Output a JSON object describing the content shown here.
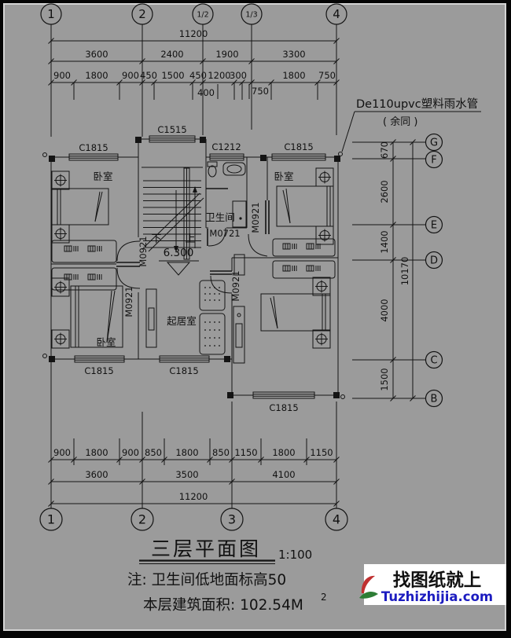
{
  "axes": {
    "top": {
      "bubbles": [
        "1",
        "2",
        "1/2",
        "1/3",
        "4"
      ],
      "total": "11200",
      "segments": [
        "3600",
        "2400",
        "1900",
        "3300"
      ],
      "details": [
        "900",
        "1800",
        "900",
        "450",
        "1500",
        "450",
        "1200",
        "300",
        "1800",
        "750"
      ],
      "sub_details": [
        "400",
        "750"
      ]
    },
    "right": {
      "bubbles": [
        "G",
        "F",
        "E",
        "D",
        "C",
        "B"
      ],
      "details": [
        "670",
        "2600",
        "1400",
        "4000",
        "1500"
      ],
      "total": "10170"
    },
    "bottom": {
      "bubbles": [
        "1",
        "2",
        "3",
        "4"
      ],
      "details": [
        "900",
        "1800",
        "900",
        "850",
        "1800",
        "850",
        "1150",
        "1800",
        "1150"
      ],
      "segments": [
        "3600",
        "3500",
        "4100"
      ],
      "total": "11200"
    }
  },
  "annotation": {
    "rain_pipe": "De110upvc塑料雨水管",
    "rain_pipe_note": "( 余同 )"
  },
  "plan": {
    "rooms": {
      "bedroom_tl": "卧室",
      "bedroom_tr": "卧室",
      "bedroom_bl": "卧室",
      "living": "起居室",
      "bath": "卫生间"
    },
    "windows": {
      "c1515": "C1515",
      "c1815_tl": "C1815",
      "c1212": "C1212",
      "c1815_tr": "C1815",
      "c1815_bl": "C1815",
      "c1815_bc": "C1815",
      "c1815_br": "C1815"
    },
    "doors": {
      "m0921_tl": "M0921",
      "m0921_bl": "M0921",
      "m0921_tr": "M0921",
      "m0921_br": "M0921",
      "m0721": "M0721"
    },
    "stairs": {
      "up": "上",
      "down": "下"
    },
    "level": "6.300"
  },
  "title_block": {
    "title": "三层平面图",
    "scale": "1:100",
    "note1": "注: 卫生间低地面标高50",
    "note2": "本层建筑面积: 102.54M",
    "note2_sup": "2"
  },
  "watermark": {
    "line1": "找图纸就上",
    "line2": "Tuzhizhijia.com"
  },
  "colors": {
    "paper": "#9b9b9b",
    "ink": "#141414",
    "watermark_blue": "#1c1cc0"
  }
}
